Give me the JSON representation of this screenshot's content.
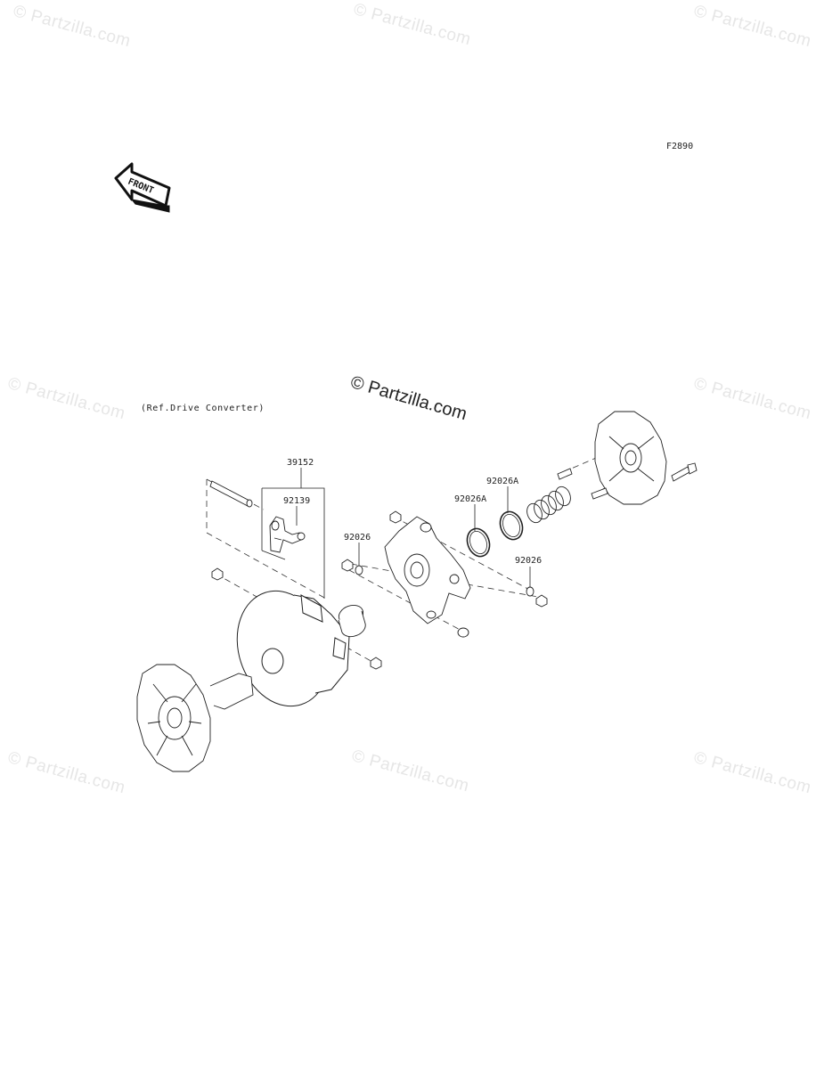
{
  "watermark": "© Partzilla.com",
  "center_watermark": "© Partzilla.com",
  "figure_code": "F2890",
  "front_arrow_text": "FRONT",
  "reference_note": "(Ref.Drive Converter)",
  "part_labels": {
    "p39152": "39152",
    "p92139": "92139",
    "p92026_left": "92026",
    "p92026A_a": "92026A",
    "p92026A_b": "92026A",
    "p92026_right": "92026"
  }
}
